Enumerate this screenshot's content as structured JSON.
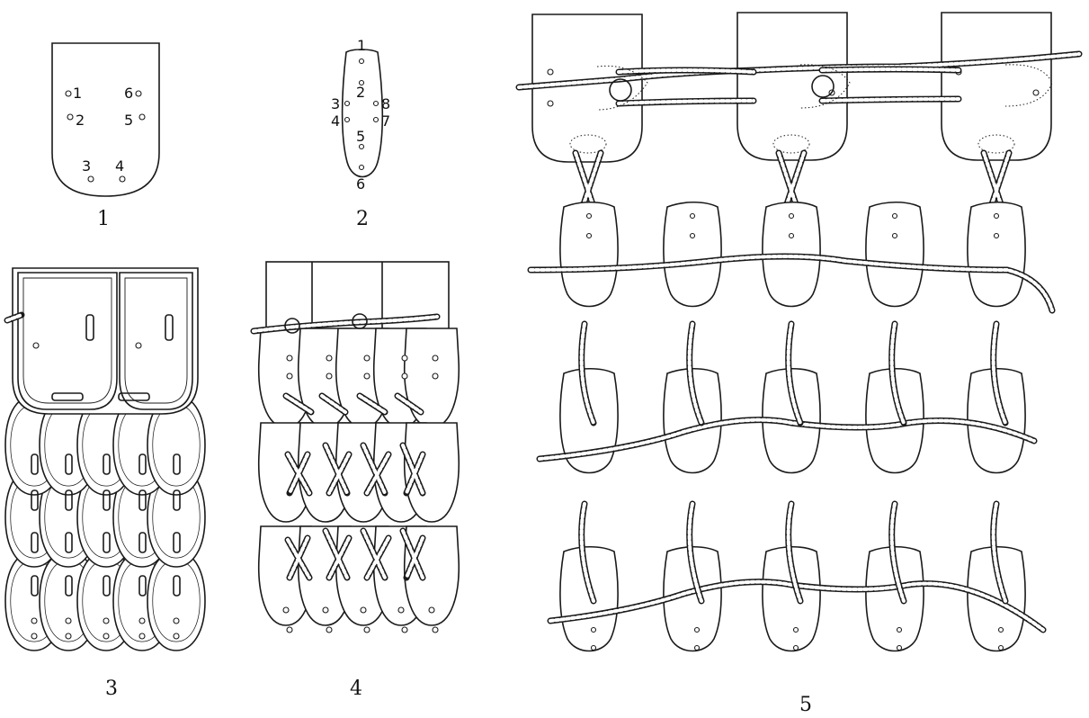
{
  "figures": [
    {
      "caption": "1",
      "holes": [
        "1",
        "2",
        "3",
        "4",
        "5",
        "6"
      ]
    },
    {
      "caption": "2",
      "holes": [
        "1",
        "2",
        "3",
        "4",
        "5",
        "6",
        "7",
        "8"
      ]
    },
    {
      "caption": "3"
    },
    {
      "caption": "4"
    },
    {
      "caption": "5"
    }
  ]
}
